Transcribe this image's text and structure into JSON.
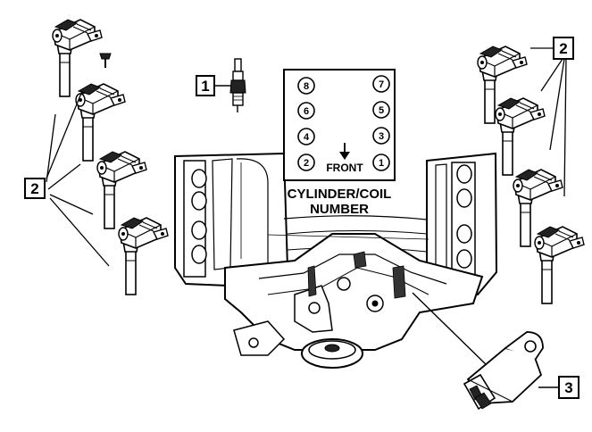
{
  "callouts": {
    "spark_plug": "1",
    "coils_left": "2",
    "coils_right": "2",
    "sensor": "3"
  },
  "cylinder_chart": {
    "front_label": "FRONT",
    "caption_line1": "CYLINDER/COIL",
    "caption_line2": "NUMBER",
    "left_bank": [
      "8",
      "6",
      "4",
      "2"
    ],
    "right_bank": [
      "7",
      "5",
      "3",
      "1"
    ]
  }
}
